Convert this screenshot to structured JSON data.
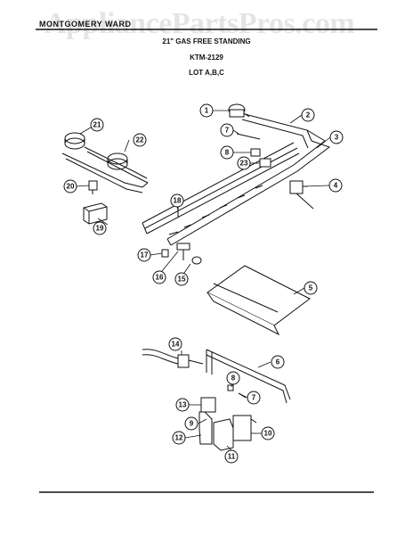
{
  "watermark": "AppliancePartsPros.com",
  "header": {
    "brand": "MONTGOMERY WARD",
    "title": "21\" GAS FREE STANDING",
    "model": "KTM-2129",
    "lot": "LOT A,B,C"
  },
  "callouts": [
    "1",
    "2",
    "3",
    "4",
    "5",
    "6",
    "7",
    "7",
    "8",
    "8",
    "9",
    "10",
    "11",
    "12",
    "13",
    "14",
    "15",
    "16",
    "17",
    "18",
    "19",
    "20",
    "21",
    "22",
    "23"
  ]
}
